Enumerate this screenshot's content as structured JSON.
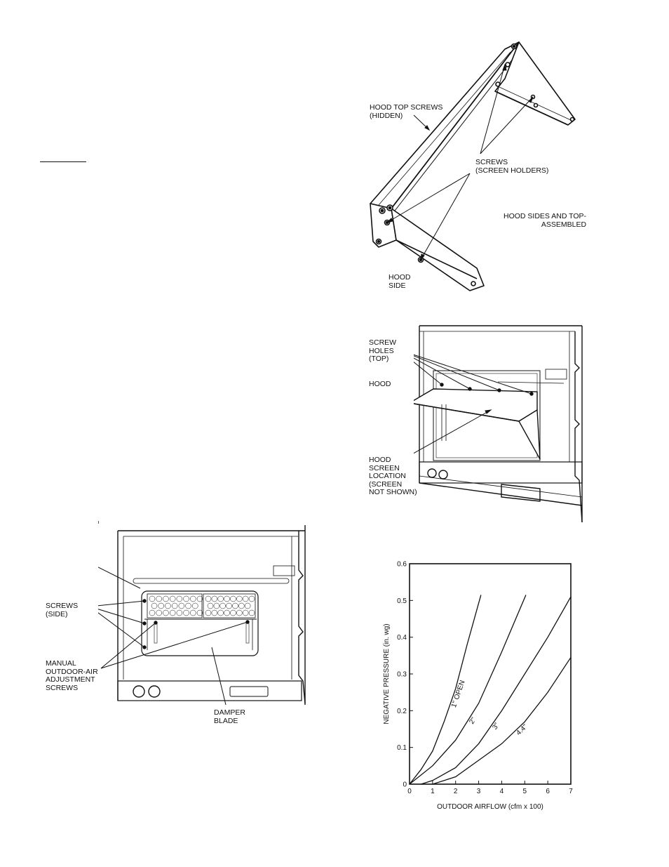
{
  "hood_assembly": {
    "top_screws": "HOOD TOP SCREWS\n(HIDDEN)",
    "screen_holder_screws": "SCREWS\n(SCREEN HOLDERS)",
    "sides_top_assembled": "HOOD SIDES AND TOP-\nASSEMBLED",
    "hood_side": "HOOD\nSIDE"
  },
  "hood_install": {
    "screw_holes": "SCREW\nHOLES\n(TOP)",
    "hood": "HOOD",
    "screen_location": "HOOD\nSCREEN\nLOCATION\n(SCREEN\nNOT SHOWN)"
  },
  "damper": {
    "screws_side": "SCREWS\n(SIDE)",
    "manual_adjust": "MANUAL\nOUTDOOR-AIR\nADJUSTMENT\nSCREWS",
    "damper_blade": "DAMPER\nBLADE"
  },
  "chart_data": {
    "type": "line",
    "xlabel": "OUTDOOR AIRFLOW (cfm x 100)",
    "ylabel": "NEGATIVE PRESSURE (in. wg)",
    "xlim": [
      0,
      7
    ],
    "ylim": [
      0,
      0.6
    ],
    "xticks": [
      "0",
      "1",
      "2",
      "3",
      "4",
      "5",
      "6",
      "7"
    ],
    "yticks": [
      "0",
      "0.1",
      "0.2",
      "0.3",
      "0.4",
      "0.5",
      "0.6"
    ],
    "grid": false,
    "series": [
      {
        "name": "1\" OPEN",
        "x": [
          0,
          0.5,
          1,
          1.5,
          2,
          2.5,
          3.1
        ],
        "y": [
          0,
          0.04,
          0.09,
          0.17,
          0.26,
          0.38,
          0.515
        ]
      },
      {
        "name": "2\"",
        "x": [
          0,
          1,
          2,
          3,
          4,
          5.05
        ],
        "y": [
          0,
          0.05,
          0.12,
          0.22,
          0.36,
          0.515
        ]
      },
      {
        "name": "3\"",
        "x": [
          0.5,
          1,
          2,
          3,
          4,
          5,
          6,
          7
        ],
        "y": [
          0,
          0.01,
          0.045,
          0.11,
          0.2,
          0.3,
          0.4,
          0.51
        ]
      },
      {
        "name": "4.4\"",
        "x": [
          1,
          2,
          3,
          4,
          5,
          6,
          7
        ],
        "y": [
          0,
          0.02,
          0.065,
          0.11,
          0.17,
          0.25,
          0.345
        ]
      }
    ]
  }
}
